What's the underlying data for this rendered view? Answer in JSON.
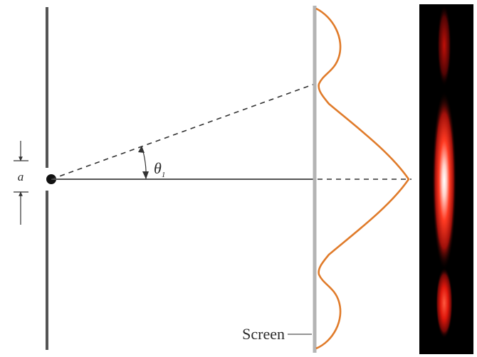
{
  "labels": {
    "slit_width": "a",
    "angle_symbol": "θ",
    "angle_subscript": "1",
    "screen": "Screen"
  },
  "colors": {
    "wall": "#555555",
    "screen": "#b4b4b4",
    "intensity_curve": "#e07b2a",
    "line": "#555555",
    "pattern_background": "#000000",
    "pattern_bright": "#ff2a1a"
  }
}
